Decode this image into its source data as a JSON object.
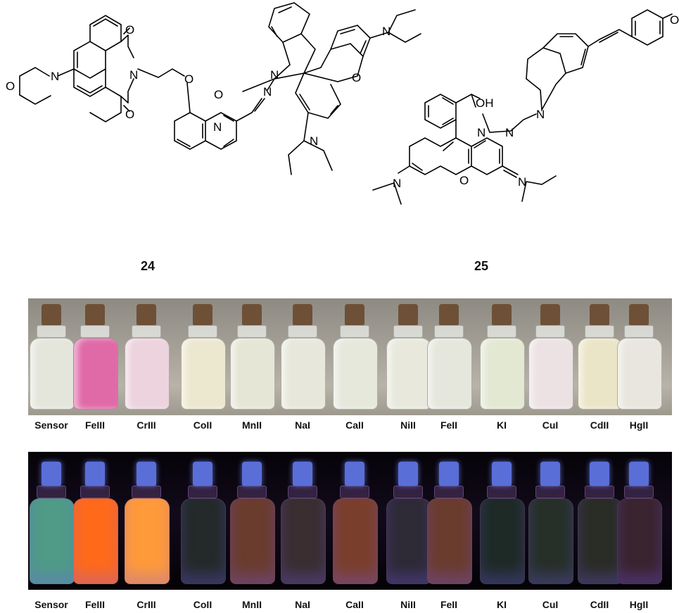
{
  "compound_labels": [
    "24",
    "25"
  ],
  "atoms": {
    "O": "O",
    "N": "N",
    "OH": "OH"
  },
  "daylight_labels": [
    "Sensor",
    "FeIII",
    "CrIII",
    "CoII",
    "MnII",
    "NaI",
    "CaII",
    "NiII",
    "FeII",
    "KI",
    "CuI",
    "CdII",
    "HgII"
  ],
  "uv_labels": [
    "Sensor",
    "FeIII",
    "CrIII",
    "CoII",
    "MnII",
    "NaI",
    "CaII",
    "NiII",
    "FeII",
    "KI",
    "CuI",
    "CdII",
    "HgII"
  ],
  "daylight_solution_colors": [
    "#e4e6dc",
    "#e06aa8",
    "#ecd3de",
    "#ece8cf",
    "#e6e6d6",
    "#e7e8db",
    "#e6e8dc",
    "#e8e9dc",
    "#e5e7dd",
    "#e3e8d2",
    "#ece2e4",
    "#ebe5c8",
    "#e8e6de"
  ],
  "uv_solution_colors": [
    "#4f9b86",
    "#ff6a1a",
    "#ff9a3a",
    "#242a2a",
    "#6a3c2e",
    "#3a2e30",
    "#7a3f2c",
    "#2e2a36",
    "#6a3c2e",
    "#1e2a26",
    "#263028",
    "#2a2c26",
    "#3a2430"
  ],
  "colors": {
    "cork_daylight": "#6e5037",
    "cork_uv": "#5a6ed8"
  }
}
